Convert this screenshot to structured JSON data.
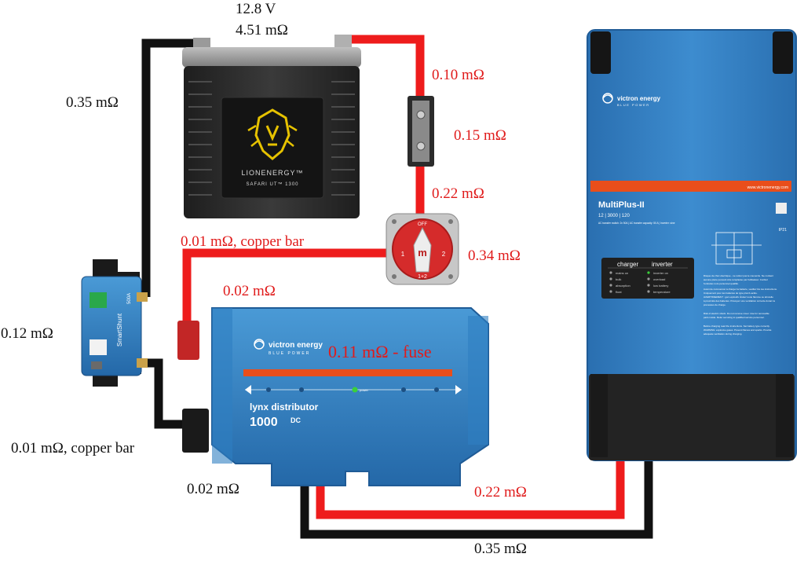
{
  "colors": {
    "positive": "#ee1c1c",
    "negative": "#111111",
    "label_red": "#e01b1b",
    "victron_blue": "#2f7fc1",
    "victron_orange": "#e94e1b",
    "battery_dark": "#2b2b2b",
    "lion_gold": "#e6c200"
  },
  "battery": {
    "voltage": "12.8 V",
    "resistance": "4.51 mΩ",
    "brand": "LIONENERGY™",
    "model": "SAFARI UT™ 1300"
  },
  "labels": {
    "neg_battery_cable": "0.35 mΩ",
    "pos_battery_cable": "0.10 mΩ",
    "fuse_holder": "0.15 mΩ",
    "pos_to_switch": "0.22 mΩ",
    "switch": "0.34 mΩ",
    "copper_bar_top": "0.01 mΩ, copper bar",
    "lynx_pos_terminal": "0.02 mΩ",
    "shunt": "0.12 mΩ",
    "copper_bar_bottom": "0.01 mΩ, copper bar",
    "lynx_neg_terminal": "0.02 mΩ",
    "lynx_fuse": "0.11 mΩ - fuse",
    "inverter_pos_cable": "0.22 mΩ",
    "inverter_neg_cable": "0.35 mΩ"
  },
  "lynx": {
    "brand": "victron energy",
    "brand_sub": "BLUE POWER",
    "name": "lynx distributor",
    "model": "1000",
    "model_suffix": "DC",
    "power_label": "power"
  },
  "shunt": {
    "name": "SmartShunt",
    "rating": "500A"
  },
  "switch_device": {
    "pos1": "1",
    "pos2": "2",
    "both": "1+2",
    "off": "OFF"
  },
  "inverter": {
    "brand": "victron energy",
    "brand_sub": "BLUE POWER",
    "name": "MultiPlus-II",
    "spec": "12 | 3000 | 120",
    "spec_detail": "AC transfer switch: 2x 50A  |  AC transfer capacity: 50 A  |  Inverter: sine",
    "website": "www.victronenergy.com",
    "ip_rating": "IP21",
    "charger_title": "charger",
    "inverter_title": "inverter",
    "charger_leds": [
      "mains on",
      "bulk",
      "absorption",
      "float"
    ],
    "inverter_leds": [
      "inverter on",
      "overload",
      "low battery",
      "temperature"
    ],
    "warning_text": [
      "Risque de choc électrique - ne retirez pas le couvercle. Ne contient",
      "aucune pièce pouvant être remplacée par l'utilisateur. Confiez",
      "l'entretien à du personnel qualifié.",
      "Avant de commencer à charger la batterie, veuillez lire les instructions.",
      "Uniquement pour les batteries de type plomb-acide.",
      "AVERTISSEMENT : gaz explosifs. Évitez toute flamme ou étincelle",
      "à proximité des batteries. Prévoyez une ventilation correcte durant le",
      "processus de charge.",
      "Risk of electric shock. Do not remove cover. Use for removable",
      "parts inside. Refer servicing to qualified service personnel.",
      "Before charging read the instructions. Set battery type correctly.",
      "WARNING: explosive gases. Prevent flames and sparks. Provide",
      "adequate ventilation during charging."
    ]
  }
}
